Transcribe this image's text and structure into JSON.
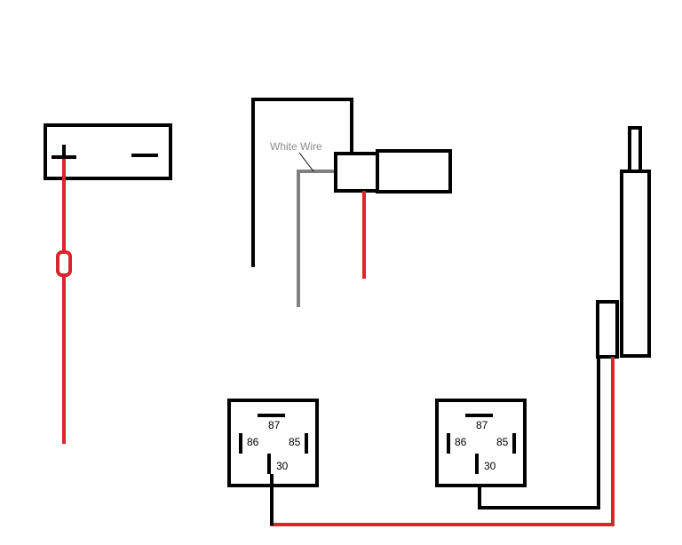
{
  "colors": {
    "wire_black": "#000000",
    "wire_red": "#d9252b",
    "wire_gray": "#808080",
    "label_gray": "#8c8c8c",
    "background": "#ffffff"
  },
  "battery": {
    "plus_icon": "plus-icon",
    "minus_icon": "minus-icon"
  },
  "fuse": {
    "icon": "fuse-icon"
  },
  "white_wire": {
    "label": "White Wire"
  },
  "relay_left": {
    "pin_87": "87",
    "pin_86": "86",
    "pin_85": "85",
    "pin_30": "30"
  },
  "relay_right": {
    "pin_87": "87",
    "pin_86": "86",
    "pin_85": "85",
    "pin_30": "30"
  }
}
